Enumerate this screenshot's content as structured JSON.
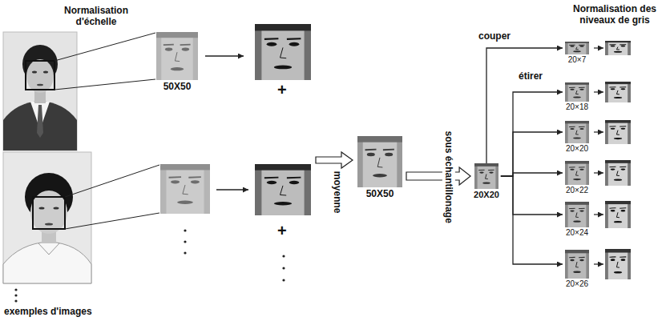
{
  "diagram": {
    "nodes": [
      {
        "text": [
          "50X50"
        ]
      },
      {
        "text": [
          "50X50"
        ]
      },
      {
        "text": [
          "20X20"
        ]
      },
      {
        "text": [
          "20×7"
        ]
      },
      {
        "text": [
          "20×18"
        ]
      },
      {
        "text": [
          "20×20"
        ]
      },
      {
        "text": [
          "20×22"
        ]
      },
      {
        "text": [
          "20×24"
        ]
      },
      {
        "text": [
          "20×26"
        ]
      }
    ],
    "edges": [
      {
        "from": 1,
        "to": 2,
        "arrow": "to",
        "label": "sous échantillonage"
      },
      {
        "from": 2,
        "to": 3,
        "arrow": "to",
        "label": "couper"
      },
      {
        "from": 2,
        "to": 4,
        "arrow": "to",
        "label": "étirer"
      },
      {
        "from": 2,
        "to": 5,
        "arrow": "to"
      },
      {
        "from": 2,
        "to": 6,
        "arrow": "to"
      },
      {
        "from": 2,
        "to": 7,
        "arrow": "to"
      },
      {
        "from": 2,
        "to": 8,
        "arrow": "to"
      }
    ],
    "labels": [
      "Normalisation d'échelle",
      "+",
      "+",
      "moyenne",
      "exemples d'images",
      "Normalisation des niveaux de gris"
    ]
  }
}
